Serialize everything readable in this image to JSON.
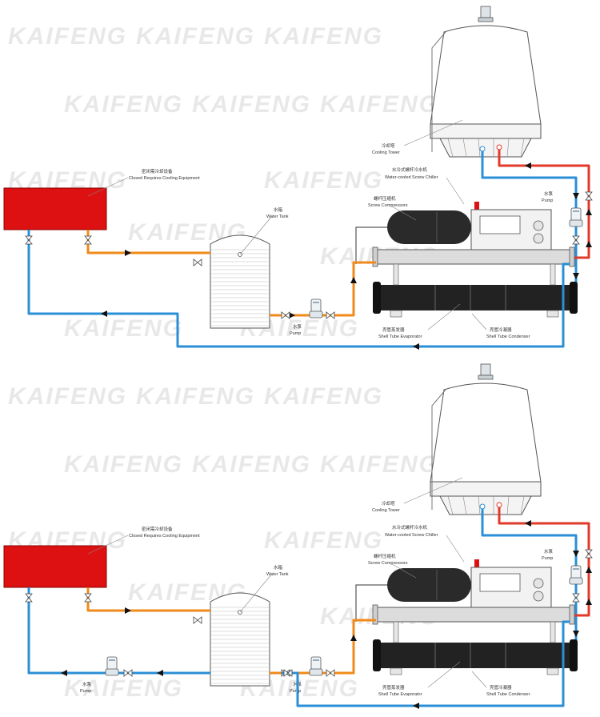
{
  "colors": {
    "cold_loop": "#2a8fd6",
    "hot_loop": "#e23a2a",
    "process_loop": "#f08a1a",
    "equipment_red": "#dd1111",
    "condenser_dark": "#222222",
    "watermark": "#e8e8e8"
  },
  "watermark_text": "KAIFENG",
  "labels": {
    "cooling_tower_cn": "冷却塔",
    "cooling_tower_en": "Cooling Tower",
    "chiller_cn": "水冷式螺杆冷水机",
    "chiller_en": "Water-cooled Screw Chiller",
    "compressor_cn": "螺杆压缩机",
    "compressor_en": "Screw Compressors",
    "pump_cn": "水泵",
    "pump_en": "Pump",
    "tank_cn": "水箱",
    "tank_en": "Water Tank",
    "equipment_cn": "密闭需冷却设备",
    "equipment_en": "Closed Requires Cooling Equipment",
    "evaporator_cn": "壳管蒸发器",
    "evaporator_en": "Shell Tube Evaporator",
    "condenser_cn": "壳管冷凝器",
    "condenser_en": "Shell Tube Condenser"
  },
  "diagrams": [
    {
      "id": "top",
      "extra_return_pump": false
    },
    {
      "id": "bottom",
      "extra_return_pump": true
    }
  ]
}
